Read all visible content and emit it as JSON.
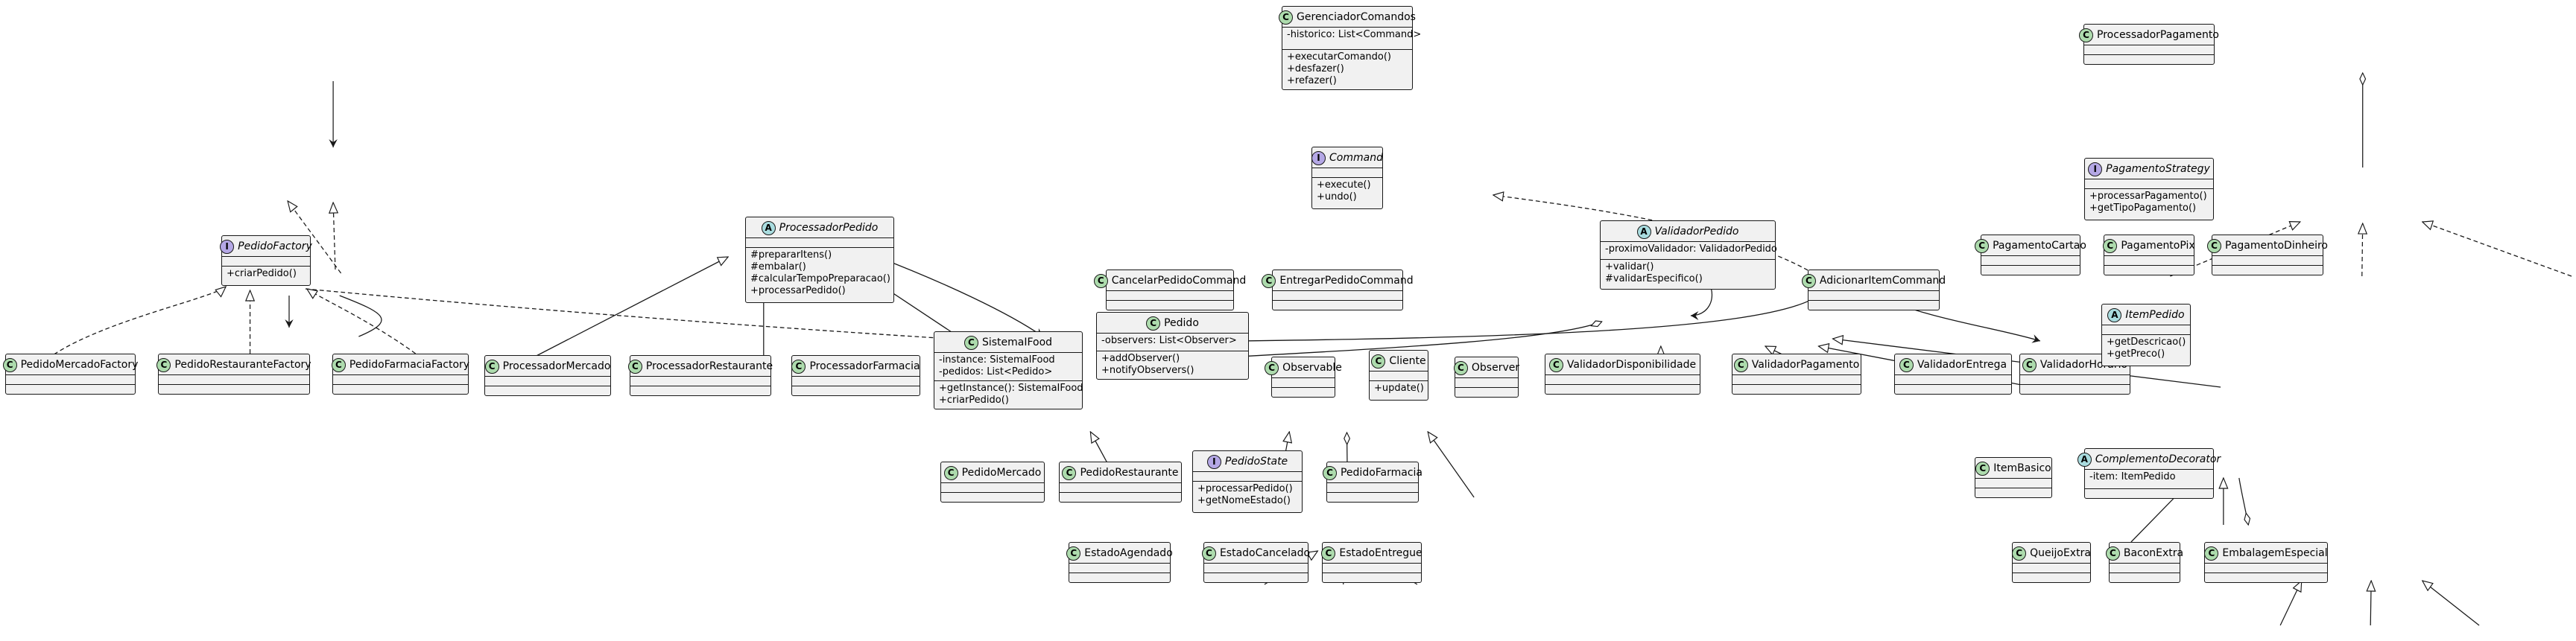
{
  "diagram": {
    "classes": {
      "gerenciador": {
        "kind": "C",
        "name": "GerenciadorComandos",
        "attrs": [
          "-historico: List<Command>"
        ],
        "methods": [
          "+executarComando()",
          "+desfazer()",
          "+refazer()"
        ]
      },
      "command": {
        "kind": "I",
        "name": "Command",
        "attrs": [],
        "methods": [
          "+execute()",
          "+undo()"
        ]
      },
      "cancelarCmd": {
        "kind": "C",
        "name": "CancelarPedidoCommand",
        "attrs": [],
        "methods": []
      },
      "entregarCmd": {
        "kind": "C",
        "name": "EntregarPedidoCommand",
        "attrs": [],
        "methods": []
      },
      "adicionarCmd": {
        "kind": "C",
        "name": "AdicionarItemCommand",
        "attrs": [],
        "methods": []
      },
      "pedidoFactory": {
        "kind": "I",
        "name": "PedidoFactory",
        "attrs": [],
        "methods": [
          "+criarPedido()"
        ]
      },
      "mercadoFactory": {
        "kind": "C",
        "name": "PedidoMercadoFactory",
        "attrs": [],
        "methods": []
      },
      "restauranteFactory": {
        "kind": "C",
        "name": "PedidoRestauranteFactory",
        "attrs": [],
        "methods": []
      },
      "farmaciaFactory": {
        "kind": "C",
        "name": "PedidoFarmaciaFactory",
        "attrs": [],
        "methods": []
      },
      "processadorPedido": {
        "kind": "A",
        "name": "ProcessadorPedido",
        "attrs": [],
        "methods": [
          "#prepararItens()",
          "#embalar()",
          "#calcularTempoPreparacao()",
          "+processarPedido()"
        ]
      },
      "procMercado": {
        "kind": "C",
        "name": "ProcessadorMercado",
        "attrs": [],
        "methods": []
      },
      "procRestaurante": {
        "kind": "C",
        "name": "ProcessadorRestaurante",
        "attrs": [],
        "methods": []
      },
      "procFarmacia": {
        "kind": "C",
        "name": "ProcessadorFarmacia",
        "attrs": [],
        "methods": []
      },
      "sistema": {
        "kind": "C",
        "name": "SistemaIFood",
        "attrs": [
          "-instance: SistemaIFood",
          "-pedidos: List<Pedido>"
        ],
        "methods": [
          "+getInstance(): SistemaIFood",
          "+criarPedido()"
        ]
      },
      "pedido": {
        "kind": "C",
        "name": "Pedido",
        "attrs": [
          "-observers: List<Observer>"
        ],
        "methods": [
          "+addObserver()",
          "+notifyObservers()"
        ]
      },
      "observable": {
        "kind": "C",
        "name": "Observable",
        "attrs": [],
        "methods": []
      },
      "cliente": {
        "kind": "C",
        "name": "Cliente",
        "attrs": [],
        "methods": [
          "+update()"
        ]
      },
      "observer": {
        "kind": "C",
        "name": "Observer",
        "attrs": [],
        "methods": []
      },
      "pedidoMercado": {
        "kind": "C",
        "name": "PedidoMercado",
        "attrs": [],
        "methods": []
      },
      "pedidoRestaurante": {
        "kind": "C",
        "name": "PedidoRestaurante",
        "attrs": [],
        "methods": []
      },
      "pedidoState": {
        "kind": "I",
        "name": "PedidoState",
        "attrs": [],
        "methods": [
          "+processarPedido()",
          "+getNomeEstado()"
        ]
      },
      "pedidoFarmacia": {
        "kind": "C",
        "name": "PedidoFarmacia",
        "attrs": [],
        "methods": []
      },
      "estadoAgendado": {
        "kind": "C",
        "name": "EstadoAgendado",
        "attrs": [],
        "methods": []
      },
      "estadoCancelado": {
        "kind": "C",
        "name": "EstadoCancelado",
        "attrs": [],
        "methods": []
      },
      "estadoEntregue": {
        "kind": "C",
        "name": "EstadoEntregue",
        "attrs": [],
        "methods": []
      },
      "validadorPedido": {
        "kind": "A",
        "name": "ValidadorPedido",
        "attrs": [
          "-proximoValidador: ValidadorPedido"
        ],
        "methods": [
          "+validar()",
          "#validarEspecifico()"
        ]
      },
      "valDisp": {
        "kind": "C",
        "name": "ValidadorDisponibilidade",
        "attrs": [],
        "methods": []
      },
      "valPag": {
        "kind": "C",
        "name": "ValidadorPagamento",
        "attrs": [],
        "methods": []
      },
      "valEnt": {
        "kind": "C",
        "name": "ValidadorEntrega",
        "attrs": [],
        "methods": []
      },
      "valHor": {
        "kind": "C",
        "name": "ValidadorHorario",
        "attrs": [],
        "methods": []
      },
      "procPagamento": {
        "kind": "C",
        "name": "ProcessadorPagamento",
        "attrs": [],
        "methods": []
      },
      "pagStrategy": {
        "kind": "I",
        "name": "PagamentoStrategy",
        "attrs": [],
        "methods": [
          "+processarPagamento()",
          "+getTipoPagamento()"
        ]
      },
      "pagCartao": {
        "kind": "C",
        "name": "PagamentoCartao",
        "attrs": [],
        "methods": []
      },
      "pagPix": {
        "kind": "C",
        "name": "PagamentoPix",
        "attrs": [],
        "methods": []
      },
      "pagDinheiro": {
        "kind": "C",
        "name": "PagamentoDinheiro",
        "attrs": [],
        "methods": []
      },
      "itemPedido": {
        "kind": "A",
        "name": "ItemPedido",
        "attrs": [],
        "methods": [
          "+getDescricao()",
          "+getPreco()"
        ]
      },
      "itemBasico": {
        "kind": "C",
        "name": "ItemBasico",
        "attrs": [],
        "methods": []
      },
      "complemento": {
        "kind": "A",
        "name": "ComplementoDecorator",
        "attrs": [
          "-item: ItemPedido"
        ],
        "methods": []
      },
      "queijo": {
        "kind": "C",
        "name": "QueijoExtra",
        "attrs": [],
        "methods": []
      },
      "bacon": {
        "kind": "C",
        "name": "BaconExtra",
        "attrs": [],
        "methods": []
      },
      "embalagem": {
        "kind": "C",
        "name": "EmbalagemEspecial",
        "attrs": [],
        "methods": []
      }
    }
  }
}
